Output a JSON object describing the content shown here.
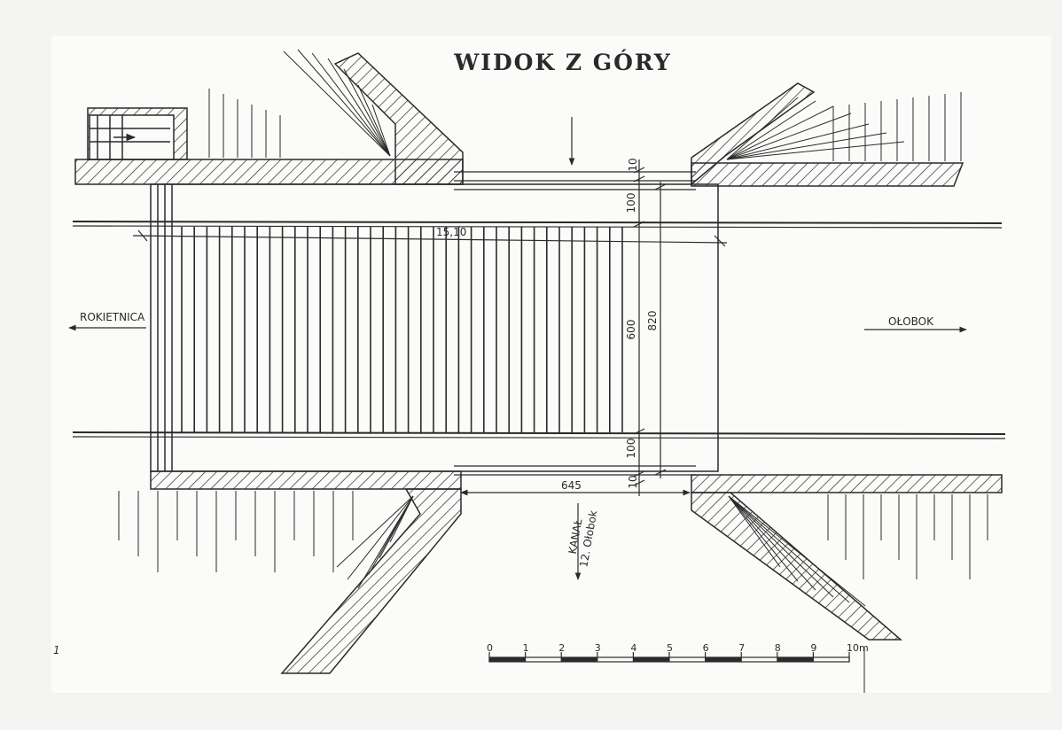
{
  "title": "WIDOK Z GÓRY",
  "directions": {
    "left": "ROKIETNICA",
    "right": "OŁOBOK",
    "down_line1": "KANAŁ",
    "down_line2": "12. Ołobok"
  },
  "dimensions": {
    "length": "15,10",
    "opening": "645",
    "inner_width": "600",
    "total_width": "820",
    "edge_top": "10",
    "band_top": "100",
    "band_bottom": "100",
    "edge_bottom": "10"
  },
  "scale_bar": {
    "ticks": [
      "0",
      "1",
      "2",
      "3",
      "4",
      "5",
      "6",
      "7",
      "8",
      "9",
      "10m"
    ]
  },
  "page_marker": "1",
  "colors": {
    "ink": "#2a2a2a",
    "paper": "#f4f4f2",
    "sheet": "#fbfbf9"
  }
}
